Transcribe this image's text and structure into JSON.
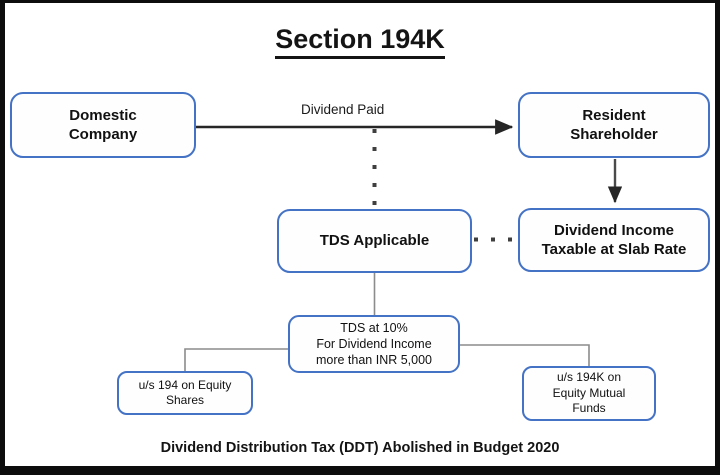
{
  "page": {
    "title": "Section 194K",
    "caption": "Dividend Distribution Tax (DDT) Abolished in Budget 2020",
    "frame_color": "#0d0d0d",
    "background": "#ffffff"
  },
  "diagram": {
    "node_border_color": "#4472c4",
    "solid_arrow_color": "#262626",
    "thin_connector_color": "#808080",
    "dotted_color": "#3f3f3f",
    "nodes": [
      {
        "id": "domestic-company",
        "label": "Domestic\nCompany",
        "line1": "Domestic",
        "line2": "Company",
        "bold": true
      },
      {
        "id": "resident-shareholder",
        "label": "Resident\nShareholder",
        "line1": "Resident",
        "line2": "Shareholder",
        "bold": true
      },
      {
        "id": "tds-applicable",
        "label": "TDS Applicable",
        "line1": "TDS Applicable",
        "line2": "",
        "bold": true
      },
      {
        "id": "dividend-income",
        "label": "Dividend Income\nTaxable at Slab Rate",
        "line1": "Dividend Income",
        "line2": "Taxable at Slab Rate",
        "bold": true
      },
      {
        "id": "tds-rate",
        "label": "TDS at 10%\nFor Dividend Income\nmore than INR 5,000",
        "line1": "TDS at 10%",
        "line2": "For Dividend Income",
        "line3": "more than INR 5,000",
        "bold": false
      },
      {
        "id": "equity-shares",
        "label": "u/s 194 on Equity\nShares",
        "line1": "u/s 194 on Equity",
        "line2": "Shares",
        "bold": false
      },
      {
        "id": "mutual-funds",
        "label": "u/s 194K on\nEquity Mutual\nFunds",
        "line1": "u/s 194K on",
        "line2": "Equity Mutual",
        "line3": "Funds",
        "bold": false
      }
    ],
    "edges": [
      {
        "id": "dividend-paid",
        "from": "domestic-company",
        "to": "resident-shareholder",
        "label": "Dividend Paid",
        "style": "solid-arrow"
      },
      {
        "id": "shareholder-to-income",
        "from": "resident-shareholder",
        "to": "dividend-income",
        "label": "",
        "style": "solid-arrow"
      },
      {
        "id": "paid-to-tds",
        "from": "dividend-paid",
        "to": "tds-applicable",
        "label": "",
        "style": "dotted"
      },
      {
        "id": "tds-to-income",
        "from": "tds-applicable",
        "to": "dividend-income",
        "label": "",
        "style": "dotted"
      },
      {
        "id": "tds-to-rate",
        "from": "tds-applicable",
        "to": "tds-rate",
        "label": "",
        "style": "thin"
      },
      {
        "id": "rate-to-shares",
        "from": "tds-rate",
        "to": "equity-shares",
        "label": "",
        "style": "thin"
      },
      {
        "id": "rate-to-funds",
        "from": "tds-rate",
        "to": "mutual-funds",
        "label": "",
        "style": "thin"
      }
    ]
  }
}
